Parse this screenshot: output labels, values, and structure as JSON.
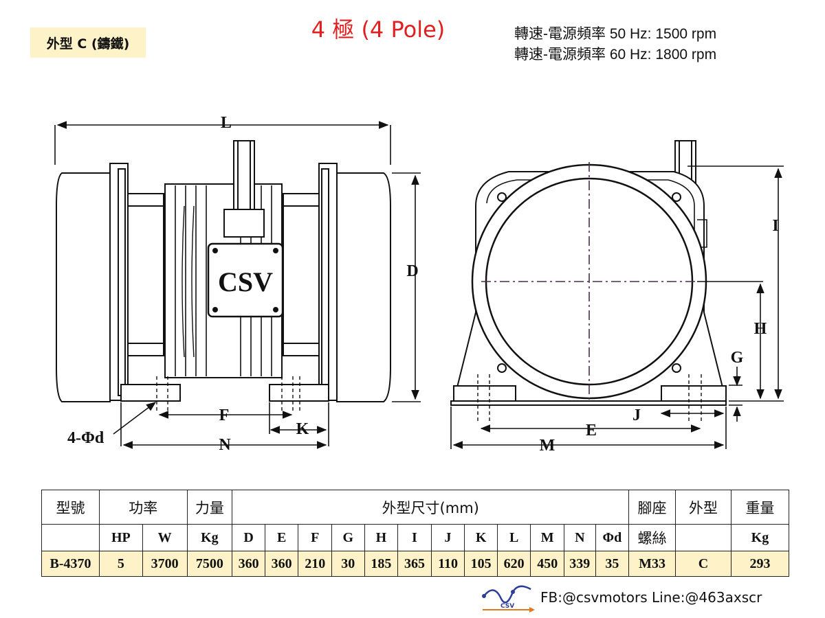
{
  "header": {
    "form_badge": "外型 C (鑄鐵)",
    "title": "4 極 (4 Pole)",
    "speed_50": "轉速-電源頻率 50 Hz: 1500 rpm",
    "speed_60": "轉速-電源頻率 60 Hz: 1800 rpm"
  },
  "drawing": {
    "brand": "CSV",
    "labels": {
      "L": "L",
      "D": "D",
      "F": "F",
      "K": "K",
      "N": "N",
      "holes": "4-Φd",
      "I": "I",
      "H": "H",
      "G": "G",
      "J": "J",
      "E": "E",
      "M": "M"
    }
  },
  "table": {
    "group_headers": {
      "model": "型號",
      "power": "功率",
      "force": "力量",
      "dimensions": "外型尺寸(mm)",
      "bolt": "腳座",
      "form": "外型",
      "weight": "重量"
    },
    "unit_row": [
      "",
      "HP",
      "W",
      "Kg",
      "D",
      "E",
      "F",
      "G",
      "H",
      "I",
      "J",
      "K",
      "L",
      "M",
      "N",
      "Φd",
      "螺絲",
      "",
      "Kg"
    ],
    "data_row": [
      "B-4370",
      "5",
      "3700",
      "7500",
      "360",
      "360",
      "210",
      "30",
      "185",
      "365",
      "110",
      "105",
      "620",
      "450",
      "339",
      "35",
      "M33",
      "C",
      "293"
    ]
  },
  "footer": {
    "logo_text": "CSV",
    "contact": "FB:@csvmotors  Line:@463axscr"
  }
}
